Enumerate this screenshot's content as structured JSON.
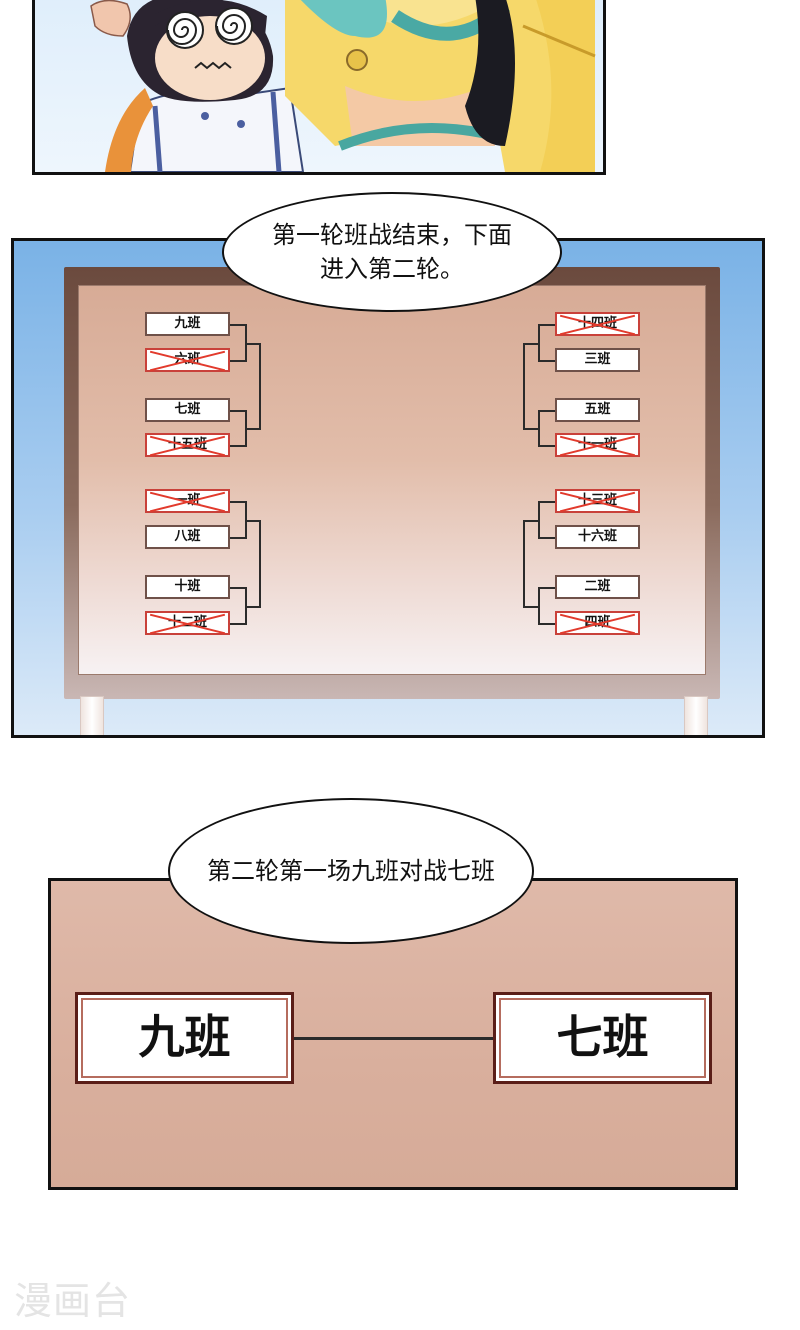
{
  "dialogue": {
    "bubble1": "第一轮班战结束，下面进入第二轮。",
    "bubble2": "第二轮第一场九班对战七班"
  },
  "bracket": {
    "left": [
      {
        "name": "九班",
        "eliminated": false
      },
      {
        "name": "六班",
        "eliminated": true
      },
      {
        "name": "七班",
        "eliminated": false
      },
      {
        "name": "十五班",
        "eliminated": true
      },
      {
        "name": "一班",
        "eliminated": true
      },
      {
        "name": "八班",
        "eliminated": false
      },
      {
        "name": "十班",
        "eliminated": false
      },
      {
        "name": "十二班",
        "eliminated": true
      }
    ],
    "right": [
      {
        "name": "十四班",
        "eliminated": true
      },
      {
        "name": "三班",
        "eliminated": false
      },
      {
        "name": "五班",
        "eliminated": false
      },
      {
        "name": "十一班",
        "eliminated": true
      },
      {
        "name": "十三班",
        "eliminated": true
      },
      {
        "name": "十六班",
        "eliminated": false
      },
      {
        "name": "二班",
        "eliminated": false
      },
      {
        "name": "四班",
        "eliminated": true
      }
    ]
  },
  "matchup": {
    "left_team": "九班",
    "right_team": "七班"
  },
  "watermark": "漫画台",
  "colors": {
    "elimination_cross": "#e23a2c",
    "board": "#d9b09c",
    "sky": "#7ab2e6"
  }
}
